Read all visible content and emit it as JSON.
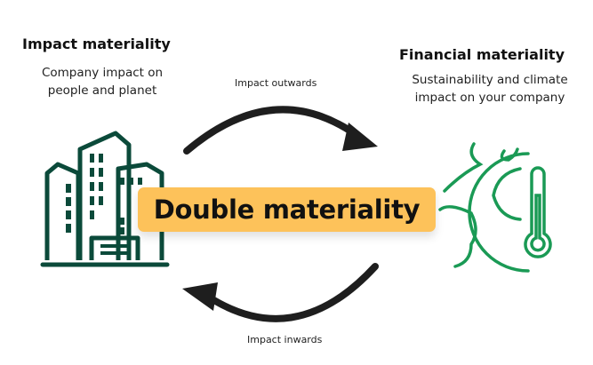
{
  "left": {
    "title": "Impact materiality",
    "subtitle_line1": "Company impact on",
    "subtitle_line2": "people and planet",
    "icon": "buildings-icon"
  },
  "right": {
    "title": "Financial materiality",
    "subtitle_line1": "Sustainability and climate",
    "subtitle_line2": "impact on your company",
    "icon": "globe-thermometer-icon"
  },
  "arrows": {
    "top_label": "Impact outwards",
    "bottom_label": "Impact inwards"
  },
  "center_label": "Double materiality",
  "colors": {
    "building": "#0b4a3a",
    "globe": "#1a9a55",
    "label_bg": "#fdc25a",
    "arrow": "#1e1e1e"
  }
}
